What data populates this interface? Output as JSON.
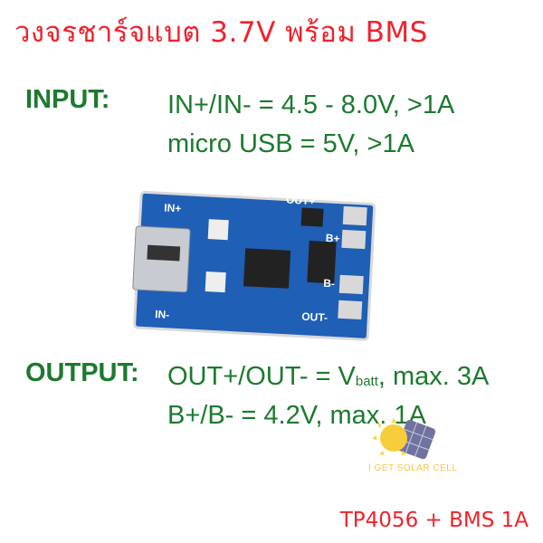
{
  "title": "วงจรชาร์จแบต 3.7V พร้อม BMS",
  "input": {
    "label": "INPUT:",
    "lines": [
      "IN+/IN- = 4.5 - 8.0V, >1A",
      "micro USB = 5V, >1A"
    ]
  },
  "output": {
    "label": "OUTPUT:",
    "line1_prefix": "OUT+/OUT- = V",
    "line1_sub": "batt",
    "line1_suffix": ", max. 3A",
    "line2": "B+/B- = 4.2V, max. 1A"
  },
  "board": {
    "pads": {
      "in_plus": "IN+",
      "in_minus": "IN-",
      "out_plus": "OUT+",
      "out_minus": "OUT-",
      "b_plus": "B+",
      "b_minus": "B-"
    }
  },
  "logo": {
    "text": "I GET SOLAR CELL"
  },
  "footer": "TP4056 + BMS 1A",
  "colors": {
    "title": "#f0222c",
    "text": "#1c7a2e",
    "pcb": "#1f5fb5"
  }
}
